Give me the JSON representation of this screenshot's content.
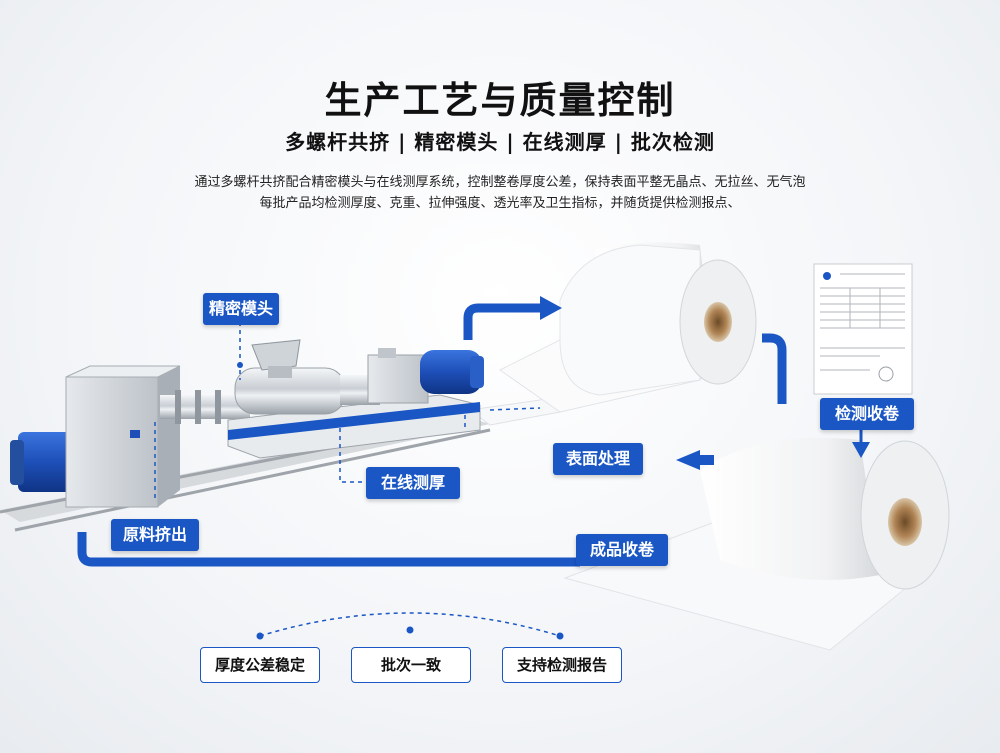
{
  "header": {
    "title": "生产工艺与质量控制",
    "subtitle": "多螺杆共挤 | 精密模头 | 在线测厚 | 批次检测",
    "desc_line1": "通过多螺杆共挤配合精密模头与在线测厚系统，控制整卷厚度公差，保持表面平整无晶点、无拉丝、无气泡",
    "desc_line2": "每批产品均检测厚度、克重、拉伸强度、透光率及卫生指标，并随货提供检测报点、"
  },
  "process_labels": {
    "die": "精密模头",
    "thickness": "在线测厚",
    "extrusion": "原料挤出",
    "inspect_roll": "检测收卷",
    "surface": "表面处理",
    "finished_roll": "成品收卷"
  },
  "features": [
    "厚度公差稳定",
    "批次一致",
    "支持检测报告"
  ],
  "colors": {
    "accent": "#1a56c4",
    "motor": "#1e4fb8"
  },
  "icons": [
    "arrow-right-icon",
    "arrow-left-icon",
    "arrow-down-icon",
    "report-document-icon",
    "film-roll-icon",
    "extruder-machine-icon"
  ]
}
